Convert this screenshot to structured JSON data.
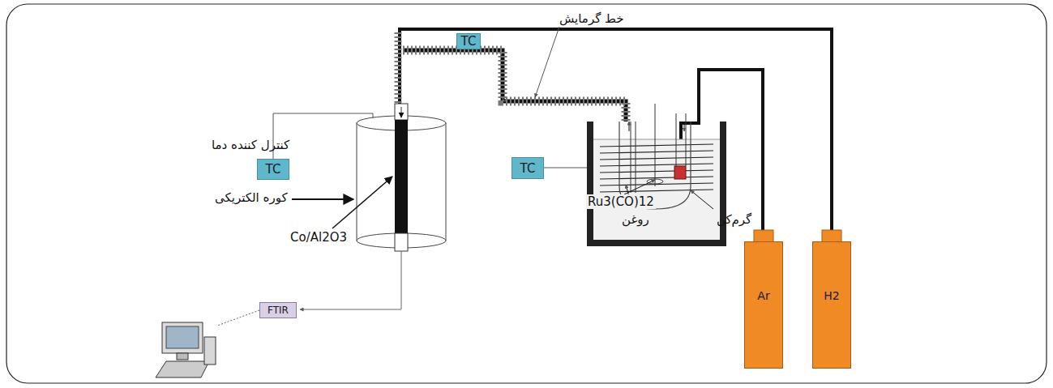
{
  "diagram": {
    "nodes": [
      {
        "text": [
          "TC"
        ]
      },
      {
        "text": [
          "TC"
        ]
      },
      {
        "text": [
          "TC"
        ]
      },
      {
        "text": [
          "FTIR"
        ]
      },
      {
        "text": [
          "Ar"
        ]
      },
      {
        "text": [
          "H2"
        ]
      }
    ],
    "labels": [
      "خط گرمایش",
      "کنترل کننده دما",
      "کوره الکتریکی",
      "Co/Al2O3",
      "Ru3(CO)12",
      "روغن",
      "گرم‌کن"
    ]
  }
}
